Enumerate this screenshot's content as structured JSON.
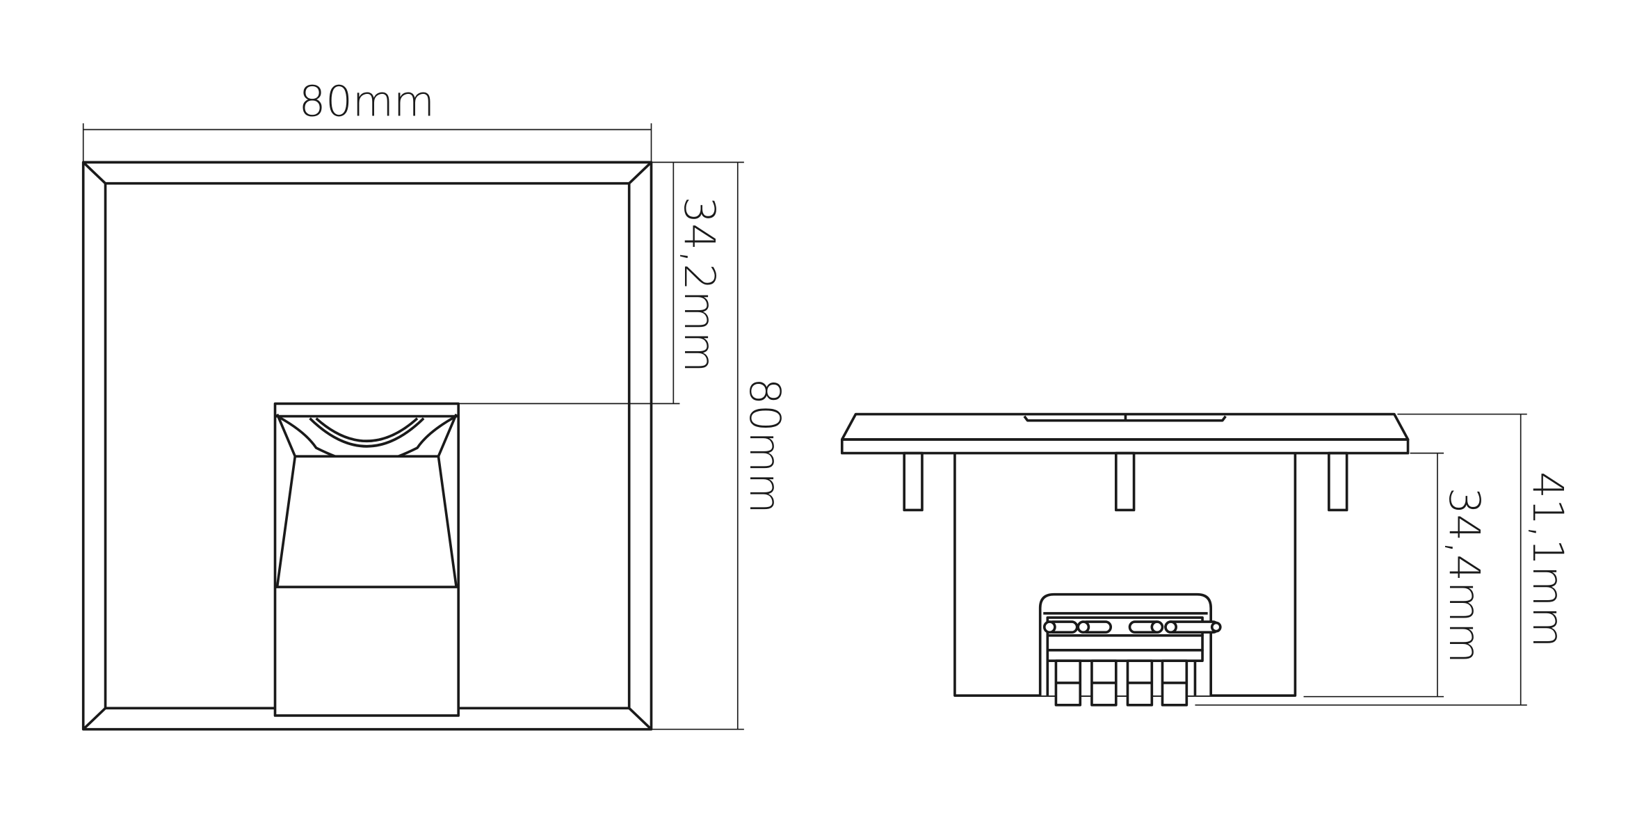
{
  "front_view": {
    "width_dim": "80mm",
    "height_dim": "80mm",
    "port_offset_dim": "34,2mm"
  },
  "side_view": {
    "total_depth_dim": "41,1mm",
    "body_depth_dim": "34,4mm"
  },
  "colors": {
    "line": "#1a1a1a",
    "background": "#ffffff"
  }
}
